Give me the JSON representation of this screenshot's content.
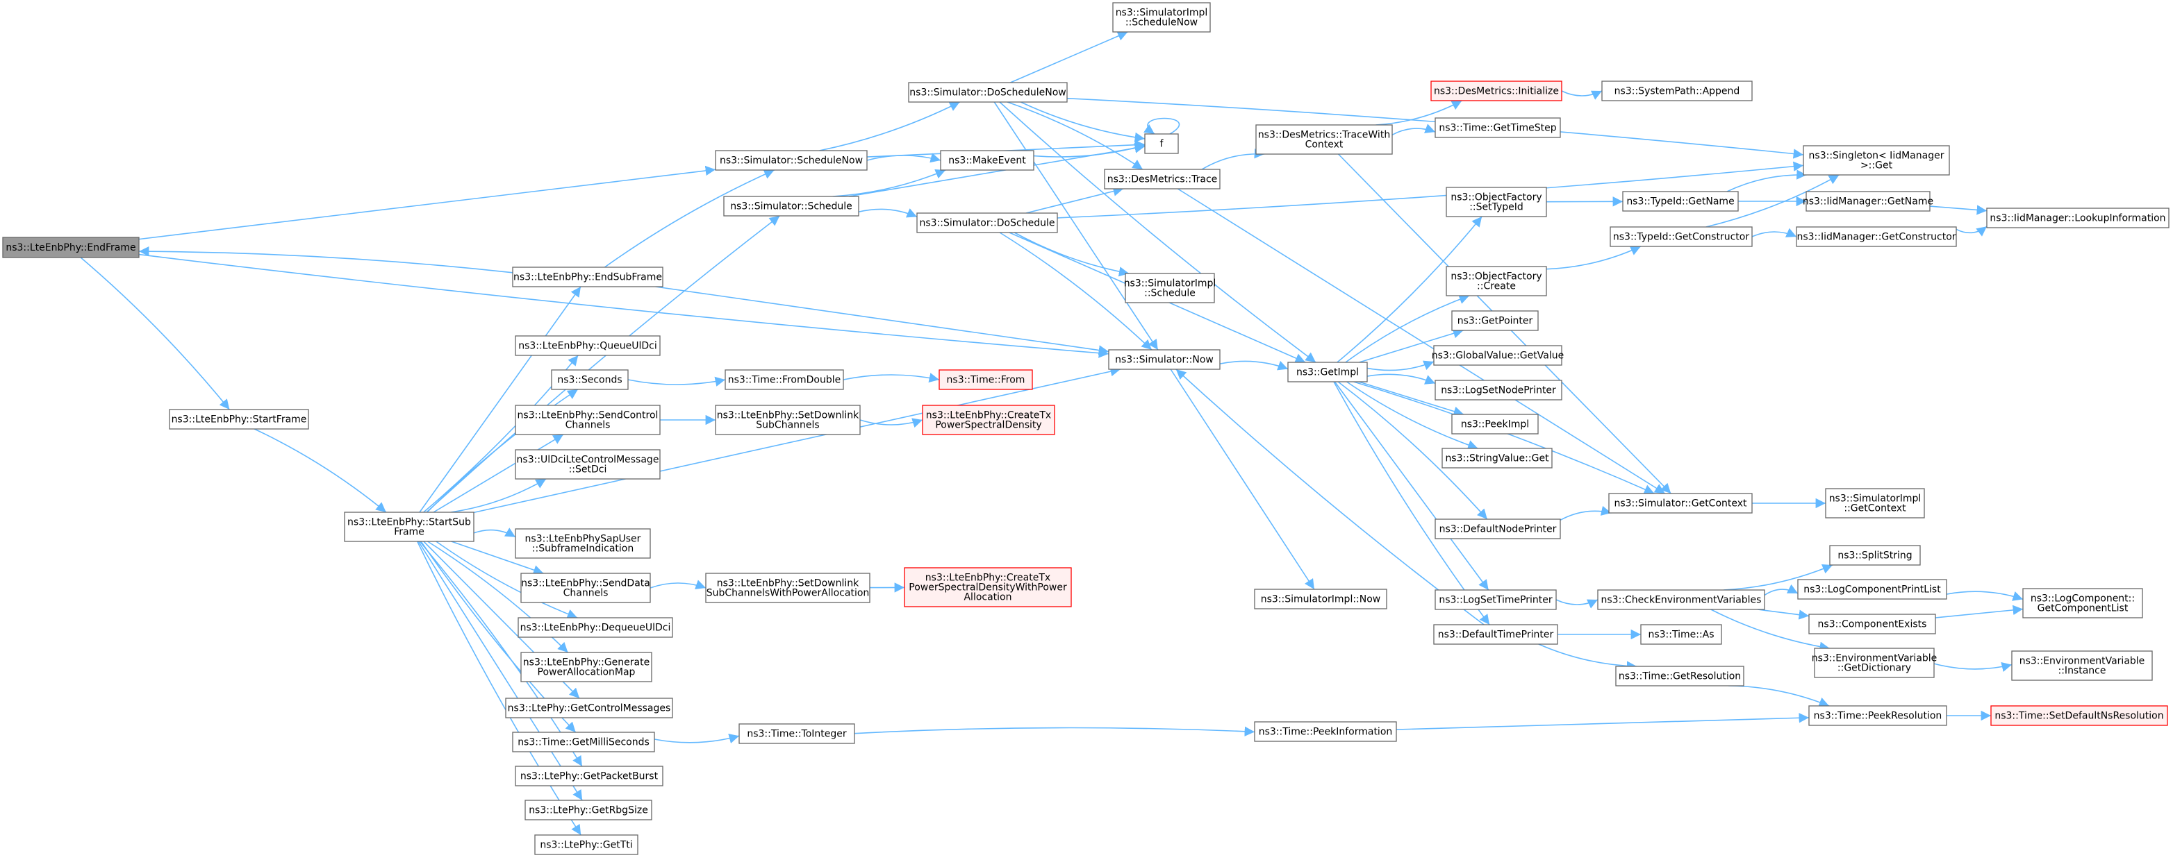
{
  "colors": {
    "edge": "#63b8ff",
    "border_normal": "#666666",
    "border_truncated": "#ff0000",
    "fill_normal": "#ffffff",
    "fill_truncated": "#fff0f0",
    "fill_root": "#999999"
  },
  "nodes": [
    {
      "id": "endframe",
      "lines": [
        "ns3::LteEnbPhy::EndFrame"
      ],
      "style": "root"
    },
    {
      "id": "startframe",
      "lines": [
        "ns3::LteEnbPhy::StartFrame"
      ]
    },
    {
      "id": "startsubframe",
      "lines": [
        "ns3::LteEnbPhy::StartSub",
        "Frame"
      ]
    },
    {
      "id": "endsubframe",
      "lines": [
        "ns3::LteEnbPhy::EndSubFrame"
      ]
    },
    {
      "id": "queueuldci",
      "lines": [
        "ns3::LteEnbPhy::QueueUlDci"
      ]
    },
    {
      "id": "seconds",
      "lines": [
        "ns3::Seconds"
      ]
    },
    {
      "id": "sendcontrol",
      "lines": [
        "ns3::LteEnbPhy::SendControl",
        "Channels"
      ]
    },
    {
      "id": "setdci",
      "lines": [
        "ns3::UlDciLteControlMessage",
        "::SetDci"
      ]
    },
    {
      "id": "subframeind",
      "lines": [
        "ns3::LteEnbPhySapUser",
        "::SubframeIndication"
      ]
    },
    {
      "id": "senddata",
      "lines": [
        "ns3::LteEnbPhy::SendData",
        "Channels"
      ]
    },
    {
      "id": "dequeueuldci",
      "lines": [
        "ns3::LteEnbPhy::DequeueUlDci"
      ]
    },
    {
      "id": "genpower",
      "lines": [
        "ns3::LteEnbPhy::Generate",
        "PowerAllocationMap"
      ]
    },
    {
      "id": "getctrlmsgs",
      "lines": [
        "ns3::LtePhy::GetControlMessages"
      ]
    },
    {
      "id": "getmilli",
      "lines": [
        "ns3::Time::GetMilliSeconds"
      ]
    },
    {
      "id": "getpacketburst",
      "lines": [
        "ns3::LtePhy::GetPacketBurst"
      ]
    },
    {
      "id": "getrbgsize",
      "lines": [
        "ns3::LtePhy::GetRbgSize"
      ]
    },
    {
      "id": "gettti",
      "lines": [
        "ns3::LtePhy::GetTti"
      ]
    },
    {
      "id": "schedulenow",
      "lines": [
        "ns3::Simulator::ScheduleNow"
      ]
    },
    {
      "id": "schedule",
      "lines": [
        "ns3::Simulator::Schedule"
      ]
    },
    {
      "id": "fromdouble",
      "lines": [
        "ns3::Time::FromDouble"
      ]
    },
    {
      "id": "setdlsub",
      "lines": [
        "ns3::LteEnbPhy::SetDownlink",
        "SubChannels"
      ]
    },
    {
      "id": "setdlsubpa",
      "lines": [
        "ns3::LteEnbPhy::SetDownlink",
        "SubChannelsWithPowerAllocation"
      ]
    },
    {
      "id": "tointeger",
      "lines": [
        "ns3::Time::ToInteger"
      ]
    },
    {
      "id": "doschedulenow",
      "lines": [
        "ns3::Simulator::DoScheduleNow"
      ]
    },
    {
      "id": "makeevent",
      "lines": [
        "ns3::MakeEvent"
      ]
    },
    {
      "id": "doschedule",
      "lines": [
        "ns3::Simulator::DoSchedule"
      ]
    },
    {
      "id": "timefrom",
      "lines": [
        "ns3::Time::From"
      ],
      "style": "truncated"
    },
    {
      "id": "createtxpsd",
      "lines": [
        "ns3::LteEnbPhy::CreateTx",
        "PowerSpectralDensity"
      ],
      "style": "truncated"
    },
    {
      "id": "createtxpsdpa",
      "lines": [
        "ns3::LteEnbPhy::CreateTx",
        "PowerSpectralDensityWithPower",
        "Allocation"
      ],
      "style": "truncated"
    },
    {
      "id": "simimpl_schednow",
      "lines": [
        "ns3::SimulatorImpl",
        "::ScheduleNow"
      ]
    },
    {
      "id": "f",
      "lines": [
        "f"
      ]
    },
    {
      "id": "destrace",
      "lines": [
        "ns3::DesMetrics::Trace"
      ]
    },
    {
      "id": "simimpl_sched",
      "lines": [
        "ns3::SimulatorImpl",
        "::Schedule"
      ]
    },
    {
      "id": "simnow",
      "lines": [
        "ns3::Simulator::Now"
      ]
    },
    {
      "id": "simimpl_now",
      "lines": [
        "ns3::SimulatorImpl::Now"
      ]
    },
    {
      "id": "peekinfo",
      "lines": [
        "ns3::Time::PeekInformation"
      ]
    },
    {
      "id": "tracewithctx",
      "lines": [
        "ns3::DesMetrics::TraceWith",
        "Context"
      ]
    },
    {
      "id": "getimpl",
      "lines": [
        "ns3::GetImpl"
      ]
    },
    {
      "id": "desinit",
      "lines": [
        "ns3::DesMetrics::Initialize"
      ],
      "style": "truncated"
    },
    {
      "id": "gettimestep",
      "lines": [
        "ns3::Time::GetTimeStep"
      ]
    },
    {
      "id": "settypeid",
      "lines": [
        "ns3::ObjectFactory",
        "::SetTypeId"
      ]
    },
    {
      "id": "ofcreate",
      "lines": [
        "ns3::ObjectFactory",
        "::Create"
      ]
    },
    {
      "id": "getpointer",
      "lines": [
        "ns3::GetPointer"
      ]
    },
    {
      "id": "gvgetvalue",
      "lines": [
        "ns3::GlobalValue::GetValue"
      ]
    },
    {
      "id": "logsetnodeprinter",
      "lines": [
        "ns3::LogSetNodePrinter"
      ]
    },
    {
      "id": "peekimpl",
      "lines": [
        "ns3::PeekImpl"
      ]
    },
    {
      "id": "stringvalueget",
      "lines": [
        "ns3::StringValue::Get"
      ]
    },
    {
      "id": "defaultnodeprinter",
      "lines": [
        "ns3::DefaultNodePrinter"
      ]
    },
    {
      "id": "logsettimeprinter",
      "lines": [
        "ns3::LogSetTimePrinter"
      ]
    },
    {
      "id": "defaulttimeprinter",
      "lines": [
        "ns3::DefaultTimePrinter"
      ]
    },
    {
      "id": "systempathappend",
      "lines": [
        "ns3::SystemPath::Append"
      ]
    },
    {
      "id": "typeidgetname",
      "lines": [
        "ns3::TypeId::GetName"
      ]
    },
    {
      "id": "typeidgetctor",
      "lines": [
        "ns3::TypeId::GetConstructor"
      ]
    },
    {
      "id": "simgetcontext",
      "lines": [
        "ns3::Simulator::GetContext"
      ]
    },
    {
      "id": "checkenv",
      "lines": [
        "ns3::CheckEnvironmentVariables"
      ]
    },
    {
      "id": "timeas",
      "lines": [
        "ns3::Time::As"
      ]
    },
    {
      "id": "getresolution",
      "lines": [
        "ns3::Time::GetResolution"
      ]
    },
    {
      "id": "peekresolution",
      "lines": [
        "ns3::Time::PeekResolution"
      ]
    },
    {
      "id": "singletonget",
      "lines": [
        "ns3::Singleton< IidManager",
        ">::Get"
      ]
    },
    {
      "id": "iidgetname",
      "lines": [
        "ns3::IidManager::GetName"
      ]
    },
    {
      "id": "iidgetctor",
      "lines": [
        "ns3::IidManager::GetConstructor"
      ]
    },
    {
      "id": "simimpl_getctx",
      "lines": [
        "ns3::SimulatorImpl",
        "::GetContext"
      ]
    },
    {
      "id": "splitstring",
      "lines": [
        "ns3::SplitString"
      ]
    },
    {
      "id": "logcompprintlist",
      "lines": [
        "ns3::LogComponentPrintList"
      ]
    },
    {
      "id": "compexists",
      "lines": [
        "ns3::ComponentExists"
      ]
    },
    {
      "id": "envgetdict",
      "lines": [
        "ns3::EnvironmentVariable",
        "::GetDictionary"
      ]
    },
    {
      "id": "setdefaultns",
      "lines": [
        "ns3::Time::SetDefaultNsResolution"
      ],
      "style": "truncated"
    },
    {
      "id": "iidlookup",
      "lines": [
        "ns3::IidManager::LookupInformation"
      ]
    },
    {
      "id": "getcomplist",
      "lines": [
        "ns3::LogComponent::",
        "GetComponentList"
      ]
    },
    {
      "id": "envinstance",
      "lines": [
        "ns3::EnvironmentVariable",
        "::Instance"
      ]
    }
  ],
  "edges": [
    [
      "endframe",
      "startframe"
    ],
    [
      "endframe",
      "schedulenow"
    ],
    [
      "endframe",
      "simnow"
    ],
    [
      "startframe",
      "startsubframe"
    ],
    [
      "startsubframe",
      "endsubframe"
    ],
    [
      "startsubframe",
      "queueuldci"
    ],
    [
      "startsubframe",
      "seconds"
    ],
    [
      "startsubframe",
      "sendcontrol"
    ],
    [
      "startsubframe",
      "setdci"
    ],
    [
      "startsubframe",
      "subframeind"
    ],
    [
      "startsubframe",
      "senddata"
    ],
    [
      "startsubframe",
      "dequeueuldci"
    ],
    [
      "startsubframe",
      "genpower"
    ],
    [
      "startsubframe",
      "getctrlmsgs"
    ],
    [
      "startsubframe",
      "getmilli"
    ],
    [
      "startsubframe",
      "getpacketburst"
    ],
    [
      "startsubframe",
      "getrbgsize"
    ],
    [
      "startsubframe",
      "gettti"
    ],
    [
      "startsubframe",
      "schedule"
    ],
    [
      "startsubframe",
      "simnow"
    ],
    [
      "endsubframe",
      "endframe"
    ],
    [
      "endsubframe",
      "schedulenow"
    ],
    [
      "endsubframe",
      "simnow"
    ],
    [
      "seconds",
      "fromdouble"
    ],
    [
      "fromdouble",
      "timefrom"
    ],
    [
      "sendcontrol",
      "setdlsub"
    ],
    [
      "setdlsub",
      "createtxpsd"
    ],
    [
      "senddata",
      "setdlsubpa"
    ],
    [
      "setdlsubpa",
      "createtxpsdpa"
    ],
    [
      "getmilli",
      "tointeger"
    ],
    [
      "tointeger",
      "peekinfo"
    ],
    [
      "peekinfo",
      "peekresolution"
    ],
    [
      "schedulenow",
      "doschedulenow"
    ],
    [
      "schedulenow",
      "makeevent"
    ],
    [
      "schedulenow",
      "f"
    ],
    [
      "schedule",
      "makeevent"
    ],
    [
      "schedule",
      "doschedule"
    ],
    [
      "schedule",
      "f"
    ],
    [
      "makeevent",
      "f"
    ],
    [
      "f",
      "f"
    ],
    [
      "doschedulenow",
      "simimpl_schednow"
    ],
    [
      "doschedulenow",
      "f"
    ],
    [
      "doschedulenow",
      "destrace"
    ],
    [
      "doschedulenow",
      "simnow"
    ],
    [
      "doschedulenow",
      "getimpl"
    ],
    [
      "doschedulenow",
      "singletonget"
    ],
    [
      "doschedule",
      "destrace"
    ],
    [
      "doschedule",
      "simimpl_sched"
    ],
    [
      "doschedule",
      "simnow"
    ],
    [
      "doschedule",
      "getimpl"
    ],
    [
      "doschedule",
      "singletonget"
    ],
    [
      "destrace",
      "tracewithctx"
    ],
    [
      "destrace",
      "simgetcontext"
    ],
    [
      "tracewithctx",
      "desinit"
    ],
    [
      "tracewithctx",
      "gettimestep"
    ],
    [
      "tracewithctx",
      "simgetcontext"
    ],
    [
      "desinit",
      "systempathappend"
    ],
    [
      "simnow",
      "getimpl"
    ],
    [
      "simnow",
      "simimpl_now"
    ],
    [
      "getimpl",
      "settypeid"
    ],
    [
      "getimpl",
      "ofcreate"
    ],
    [
      "getimpl",
      "getpointer"
    ],
    [
      "getimpl",
      "gvgetvalue"
    ],
    [
      "getimpl",
      "logsetnodeprinter"
    ],
    [
      "getimpl",
      "peekimpl"
    ],
    [
      "getimpl",
      "stringvalueget"
    ],
    [
      "getimpl",
      "defaultnodeprinter"
    ],
    [
      "getimpl",
      "logsettimeprinter"
    ],
    [
      "getimpl",
      "defaulttimeprinter"
    ],
    [
      "getimpl",
      "simgetcontext"
    ],
    [
      "settypeid",
      "typeidgetname"
    ],
    [
      "ofcreate",
      "typeidgetctor"
    ],
    [
      "typeidgetname",
      "singletonget"
    ],
    [
      "typeidgetname",
      "iidgetname"
    ],
    [
      "typeidgetctor",
      "singletonget"
    ],
    [
      "typeidgetctor",
      "iidgetctor"
    ],
    [
      "iidgetname",
      "iidlookup"
    ],
    [
      "iidgetctor",
      "iidlookup"
    ],
    [
      "defaultnodeprinter",
      "simgetcontext"
    ],
    [
      "simgetcontext",
      "simimpl_getctx"
    ],
    [
      "logsettimeprinter",
      "checkenv"
    ],
    [
      "defaulttimeprinter",
      "simnow"
    ],
    [
      "defaulttimeprinter",
      "timeas"
    ],
    [
      "defaulttimeprinter",
      "getresolution"
    ],
    [
      "getresolution",
      "peekresolution"
    ],
    [
      "peekresolution",
      "setdefaultns"
    ],
    [
      "checkenv",
      "splitstring"
    ],
    [
      "checkenv",
      "logcompprintlist"
    ],
    [
      "checkenv",
      "compexists"
    ],
    [
      "checkenv",
      "envgetdict"
    ],
    [
      "logcompprintlist",
      "getcomplist"
    ],
    [
      "compexists",
      "getcomplist"
    ],
    [
      "envgetdict",
      "envinstance"
    ]
  ]
}
